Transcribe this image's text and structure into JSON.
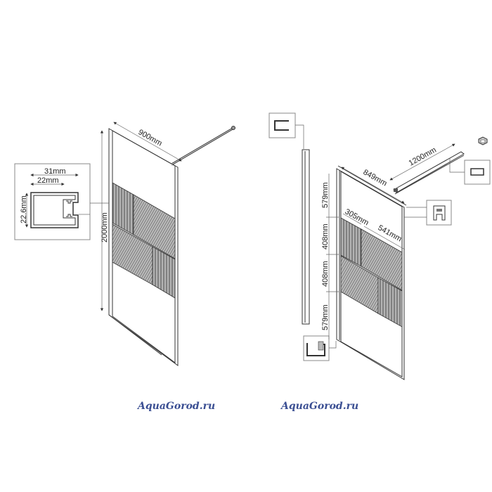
{
  "left_view": {
    "width_label": "900mm",
    "height_label": "2000mm",
    "profile": {
      "outer_width": "31mm",
      "inner_width": "22mm",
      "depth": "22.6mm"
    }
  },
  "right_view": {
    "width_label": "849mm",
    "rod_label": "1200mm",
    "section_top": "579mm",
    "section_mid1": "408mm",
    "section_mid2": "408mm",
    "section_bottom": "579mm",
    "panel_left": "305mm",
    "panel_right": "541mm"
  },
  "watermarks": [
    "AquaGorod.ru",
    "AquaGorod.ru"
  ]
}
